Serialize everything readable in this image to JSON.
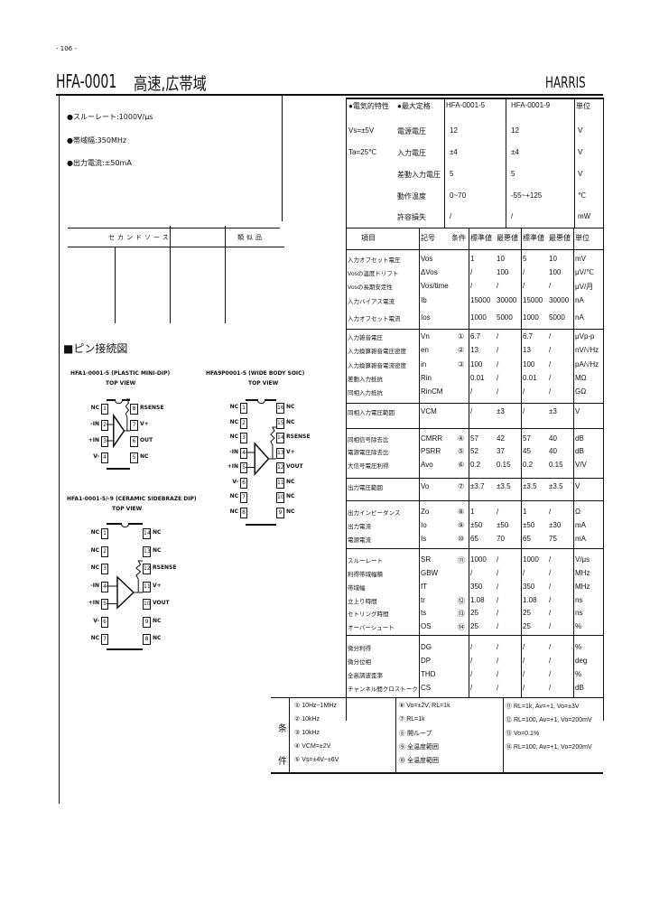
{
  "header": {
    "page_number": "- 106 -",
    "part_number": "HFA-0001",
    "title": "高速,広帯域",
    "brand": "HARRIS"
  },
  "features": [
    "●スルーレート:1000V/μs",
    "●帯域幅:350MHz",
    "●出力電流:±50mA"
  ],
  "second_source": {
    "title": "セカンドソース",
    "similar_title": "類似品"
  },
  "pin_section": {
    "title": "■ピン接続図",
    "top_view": "TOP VIEW"
  },
  "packages": [
    {
      "name": "HFA1-0001-5 (PLASTIC MINI-DIP)",
      "left": [
        [
          "1",
          "NC"
        ],
        [
          "2",
          "-IN"
        ],
        [
          "3",
          "+IN"
        ],
        [
          "4",
          "V-"
        ]
      ],
      "right": [
        [
          "8",
          "RSENSE"
        ],
        [
          "7",
          "V+"
        ],
        [
          "6",
          "OUT"
        ],
        [
          "5",
          "NC"
        ]
      ]
    },
    {
      "name": "HFA9P0001-5 (WIDE BODY SOIC)",
      "left": [
        [
          "1",
          "NC"
        ],
        [
          "2",
          "NC"
        ],
        [
          "3",
          "NC"
        ],
        [
          "4",
          "-IN"
        ],
        [
          "5",
          "+IN"
        ],
        [
          "6",
          "V-"
        ],
        [
          "7",
          "NC"
        ],
        [
          "8",
          "NC"
        ]
      ],
      "right": [
        [
          "16",
          "NC"
        ],
        [
          "15",
          "NC"
        ],
        [
          "14",
          "RSENSE"
        ],
        [
          "13",
          "V+"
        ],
        [
          "12",
          "VOUT"
        ],
        [
          "11",
          "NC"
        ],
        [
          "10",
          "NC"
        ],
        [
          "9",
          "NC"
        ]
      ]
    },
    {
      "name": "HFA1-0001-5/-9 (CERAMIC SIDEBRAZE DIP)",
      "left": [
        [
          "1",
          "NC"
        ],
        [
          "2",
          "NC"
        ],
        [
          "3",
          "NC"
        ],
        [
          "4",
          "-IN"
        ],
        [
          "5",
          "+IN"
        ],
        [
          "6",
          "V-"
        ],
        [
          "7",
          "NC"
        ]
      ],
      "right": [
        [
          "14",
          "NC"
        ],
        [
          "13",
          "NC"
        ],
        [
          "12",
          "RSENSE"
        ],
        [
          "11",
          "V+"
        ],
        [
          "10",
          "VOUT"
        ],
        [
          "9",
          "NC"
        ],
        [
          "8",
          "NC"
        ]
      ]
    }
  ],
  "max_ratings": {
    "headers": [
      "●電気的特性",
      "●最大定格",
      "HFA-0001-5",
      "HFA-0001-9",
      "単位"
    ],
    "conditions": [
      "Vs=±5V",
      "Ta=25℃"
    ],
    "rows": [
      [
        "電源電圧",
        "12",
        "12",
        "V"
      ],
      [
        "入力電圧",
        "±4",
        "±4",
        "V"
      ],
      [
        "差動入力電圧",
        "5",
        "5",
        "V"
      ],
      [
        "動作温度",
        "0~70",
        "-55~+125",
        "℃"
      ],
      [
        "許容損失",
        "/",
        "/",
        "mW"
      ]
    ]
  },
  "spec_table": {
    "headers": [
      "項目",
      "記号",
      "条件",
      "標準値",
      "最悪値",
      "標準値",
      "最悪値",
      "単位"
    ],
    "rows": [
      [
        "入力オフセット電圧",
        "Vos",
        "",
        "1",
        "10",
        "5",
        "10",
        "mV"
      ],
      [
        "Vosの温度ドリフト",
        "ΔVos",
        "",
        "/",
        "100",
        "/",
        "100",
        "μV/℃"
      ],
      [
        "Vosの長期安定性",
        "Vos/time",
        "",
        "/",
        "/",
        "/",
        "/",
        "μV/月"
      ],
      [
        "入力バイアス電流",
        "Ib",
        "",
        "15000",
        "30000",
        "15000",
        "30000",
        "nA"
      ],
      [
        "入力オフセット電流",
        "Ios",
        "",
        "1000",
        "5000",
        "1000",
        "5000",
        "nA"
      ],
      [
        "入力雑音電圧",
        "Vn",
        "①",
        "6.7",
        "/",
        "6.7",
        "/",
        "μVp-p"
      ],
      [
        "入力換算雑音電圧密度",
        "en",
        "②",
        "13",
        "/",
        "13",
        "/",
        "nV/√Hz"
      ],
      [
        "入力換算雑音電流密度",
        "in",
        "③",
        "100",
        "/",
        "100",
        "/",
        "pA/√Hz"
      ],
      [
        "差動入力抵抗",
        "Rin",
        "",
        "0.01",
        "/",
        "0.01",
        "/",
        "MΩ"
      ],
      [
        "同相入力抵抗",
        "RinCM",
        "",
        "/",
        "/",
        "/",
        "/",
        "GΩ"
      ],
      [
        "同相入力電圧範囲",
        "VCM",
        "",
        "/",
        "±3",
        "/",
        "±3",
        "V"
      ],
      [
        "同相信号除去比",
        "CMRR",
        "④",
        "57",
        "42",
        "57",
        "40",
        "dB"
      ],
      [
        "電源電圧除去比",
        "PSRR",
        "⑤",
        "52",
        "37",
        "45",
        "40",
        "dB"
      ],
      [
        "大信号電圧利得",
        "Avo",
        "⑥",
        "0.2",
        "0.15",
        "0.2",
        "0.15",
        "V/V"
      ],
      [
        "出力電圧範囲",
        "Vo",
        "⑦",
        "±3.7",
        "±3.5",
        "±3.5",
        "±3.5",
        "V"
      ],
      [
        "出力インピーダンス",
        "Zo",
        "⑧",
        "1",
        "/",
        "1",
        "/",
        "Ω"
      ],
      [
        "出力電流",
        "Io",
        "⑨",
        "±50",
        "±50",
        "±50",
        "±30",
        "mA"
      ],
      [
        "電源電流",
        "Is",
        "⑩",
        "65",
        "70",
        "65",
        "75",
        "mA"
      ],
      [
        "スルーレート",
        "SR",
        "⑪",
        "1000",
        "/",
        "1000",
        "/",
        "V/μs"
      ],
      [
        "利得帯域幅積",
        "GBW",
        "",
        "/",
        "/",
        "/",
        "/",
        "MHz"
      ],
      [
        "帯域幅",
        "fT",
        "",
        "350",
        "/",
        "350",
        "/",
        "MHz"
      ],
      [
        "立上り時間",
        "tr",
        "⑫",
        "1.08",
        "/",
        "1.08",
        "/",
        "ns"
      ],
      [
        "セトリング時間",
        "ts",
        "⑬",
        "25",
        "/",
        "25",
        "/",
        "ns"
      ],
      [
        "オーバーシュート",
        "OS",
        "⑭",
        "25",
        "/",
        "25",
        "/",
        "%"
      ],
      [
        "微分利得",
        "DG",
        "",
        "/",
        "/",
        "/",
        "/",
        "%"
      ],
      [
        "微分位相",
        "DP",
        "",
        "/",
        "/",
        "/",
        "/",
        "deg"
      ],
      [
        "全高調波歪率",
        "THD",
        "",
        "/",
        "/",
        "/",
        "/",
        "%"
      ],
      [
        "チャンネル間クロストーク",
        "CS",
        "",
        "/",
        "/",
        "/",
        "/",
        "dB"
      ]
    ]
  },
  "conditions": {
    "label": "条件",
    "columns": [
      [
        "① 10Hz~1MHz",
        "② 10kHz",
        "③ 10kHz",
        "④ VCM=±2V",
        "⑤ Vs=±4V~±6V"
      ],
      [
        "⑥ Vo=±2V, RL=1k",
        "⑦ RL=1k",
        "⑧ 開ループ",
        "⑨ 全温度範囲",
        "⑩ 全温度範囲"
      ],
      [
        "⑪ RL=1k, Av=+1, Vo=±3V",
        "⑫ RL=100, Av=+1, Vo=200mV",
        "⑬ Vo=0.1%",
        "⑭ RL=100, Av=+1, Vo=200mV"
      ]
    ]
  }
}
